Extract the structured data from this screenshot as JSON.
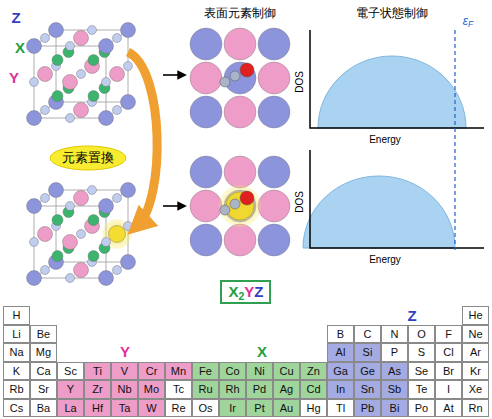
{
  "diagram": {
    "nodes": [
      {
        "text": [
          "元素置換"
        ]
      },
      {
        "text": [
          "X2YZ"
        ]
      }
    ],
    "labels": [
      "Z",
      "X",
      "Y",
      "表面元素制御",
      "電子状態制御",
      "DOS",
      "Energy",
      "εF",
      "DOS",
      "Energy",
      "Y",
      "X",
      "Z",
      "H",
      "He",
      "Li",
      "Be",
      "B",
      "C",
      "N",
      "O",
      "F",
      "Ne",
      "Na",
      "Mg",
      "Al",
      "Si",
      "P",
      "S",
      "Cl",
      "Ar",
      "K",
      "Ca",
      "Sc",
      "Ti",
      "V",
      "Cr",
      "Mn",
      "Fe",
      "Co",
      "Ni",
      "Cu",
      "Zn",
      "Ga",
      "Ge",
      "As",
      "Se",
      "Br",
      "Kr",
      "Rb",
      "Sr",
      "Y",
      "Zr",
      "Nb",
      "Mo",
      "Tc",
      "Ru",
      "Rh",
      "Pd",
      "Ag",
      "Cd",
      "In",
      "Sn",
      "Sb",
      "Te",
      "I",
      "Xe",
      "Cs",
      "Ba",
      "La",
      "Hf",
      "Ta",
      "W",
      "Re",
      "Os",
      "Ir",
      "Pt",
      "Au",
      "Hg",
      "Tl",
      "Pb",
      "Bi",
      "Po",
      "At",
      "Rn"
    ]
  }
}
